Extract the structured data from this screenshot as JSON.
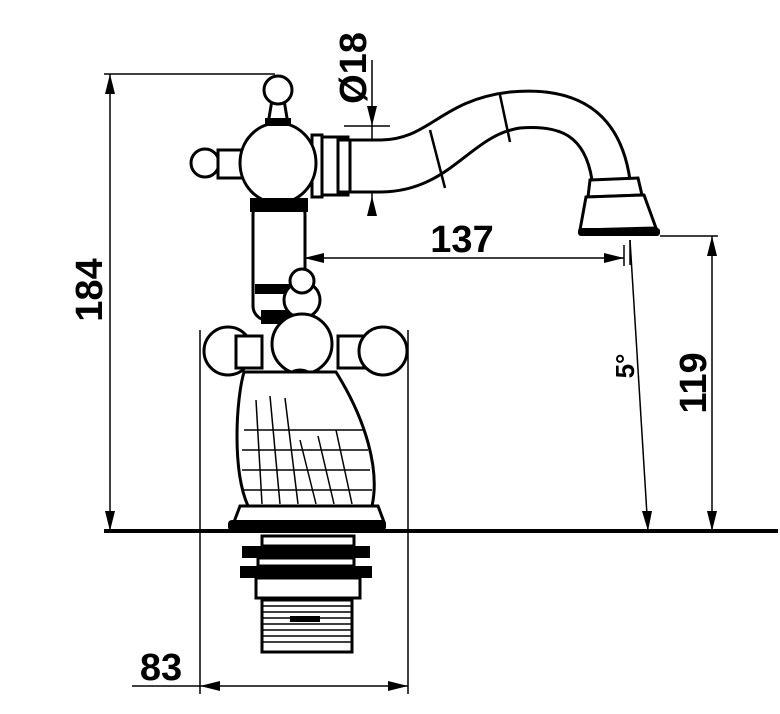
{
  "drawing": {
    "dimensions": {
      "total_height": "184",
      "spout_diameter": "Ø18",
      "spout_reach": "137",
      "spout_height": "119",
      "base_width": "83",
      "swivel_angle": "5°"
    }
  }
}
